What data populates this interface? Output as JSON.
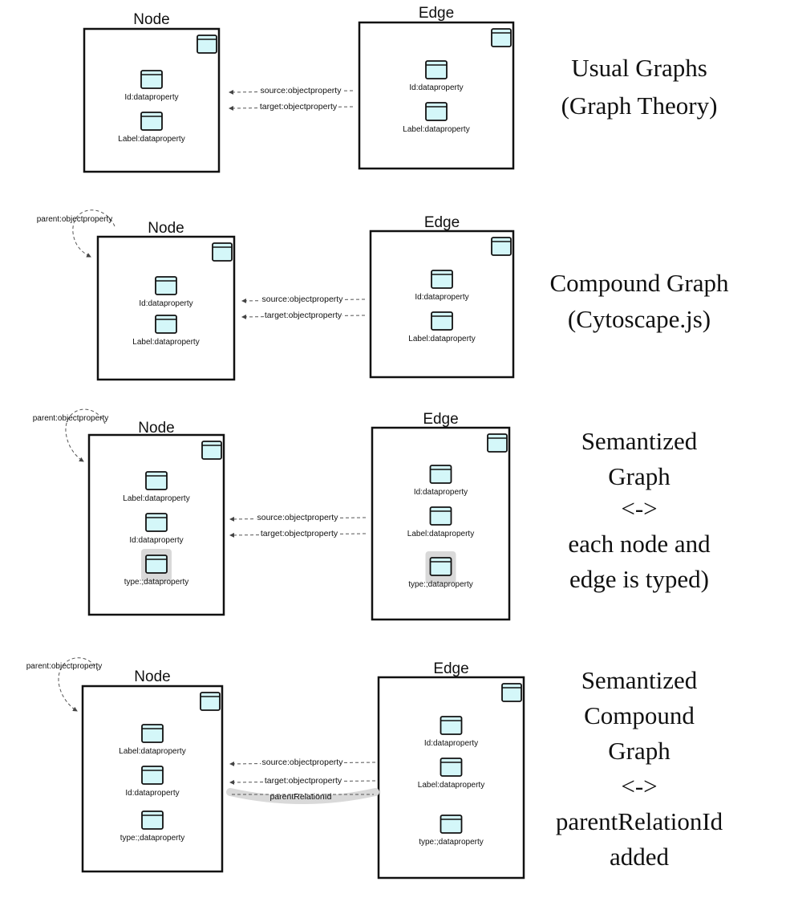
{
  "colors": {
    "cylinder_fill": "#d4f7f9",
    "cylinder_stroke": "#111111",
    "highlight": "#d9d9d9",
    "frame": "#111111"
  },
  "rows": [
    {
      "node": {
        "title": "Node",
        "props": [
          "Id:dataproperty",
          "Label:dataproperty"
        ],
        "highlight": []
      },
      "edge": {
        "title": "Edge",
        "props": [
          "Id:dataproperty",
          "Label:dataproperty"
        ],
        "highlight": []
      },
      "relations": [
        "source:objectproperty",
        "target:objectproperty"
      ],
      "parent_label": "",
      "extra_relation": "",
      "caption": [
        "Usual Graphs",
        "(Graph Theory)"
      ]
    },
    {
      "node": {
        "title": "Node",
        "props": [
          "Id:dataproperty",
          "Label:dataproperty"
        ],
        "highlight": []
      },
      "edge": {
        "title": "Edge",
        "props": [
          "Id:dataproperty",
          "Label:dataproperty"
        ],
        "highlight": []
      },
      "relations": [
        "source:objectproperty",
        "target:objectproperty"
      ],
      "parent_label": "parent:objectproperty",
      "extra_relation": "",
      "caption": [
        "Compound Graph",
        "(Cytoscape.js)"
      ]
    },
    {
      "node": {
        "title": "Node",
        "props": [
          "Label:dataproperty",
          "Id:dataproperty",
          "type:;dataproperty"
        ],
        "highlight": [
          2
        ]
      },
      "edge": {
        "title": "Edge",
        "props": [
          "Id:dataproperty",
          "Label:dataproperty",
          "type:;dataproperty"
        ],
        "highlight": [
          2
        ]
      },
      "relations": [
        "source:objectproperty",
        "target:objectproperty"
      ],
      "parent_label": "parent:objectproperty",
      "extra_relation": "",
      "caption": [
        "Semantized",
        "Graph",
        "<->",
        "each node and",
        "edge is typed)"
      ]
    },
    {
      "node": {
        "title": "Node",
        "props": [
          "Label:dataproperty",
          "Id:dataproperty",
          "type:;dataproperty"
        ],
        "highlight": []
      },
      "edge": {
        "title": "Edge",
        "props": [
          "Id:dataproperty",
          "Label:dataproperty",
          "type:;dataproperty"
        ],
        "highlight": []
      },
      "relations": [
        "source:objectproperty",
        "target:objectproperty"
      ],
      "parent_label": "parent:objectproperty",
      "extra_relation": "parentRelationId",
      "caption": [
        "Semantized",
        "Compound",
        "Graph",
        "<->",
        "parentRelationId",
        "added"
      ]
    }
  ]
}
